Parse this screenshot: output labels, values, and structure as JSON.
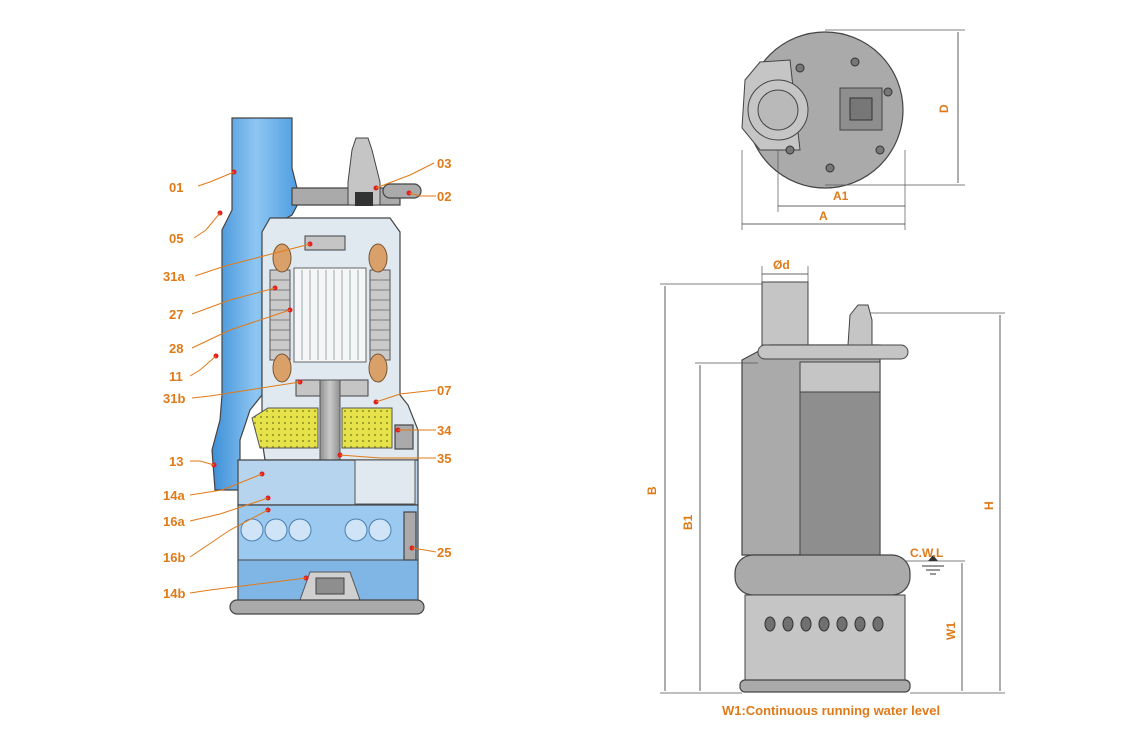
{
  "section_labels": {
    "p01": "01",
    "p05": "05",
    "p31a": "31a",
    "p27": "27",
    "p28": "28",
    "p11": "11",
    "p31b": "31b",
    "p13": "13",
    "p14a": "14a",
    "p16a": "16a",
    "p16b": "16b",
    "p14b": "14b",
    "p03": "03",
    "p02": "02",
    "p07": "07",
    "p34": "34",
    "p35": "35",
    "p25": "25"
  },
  "dimensions": {
    "A": "A",
    "A1": "A1",
    "D": "D",
    "d": "Ød",
    "B": "B",
    "B1": "B1",
    "H": "H",
    "W1": "W1",
    "cwl": "C.W.L"
  },
  "caption": "W1:Continuous running water level",
  "colors": {
    "label": "#e07a18",
    "water": "#5aa8e6",
    "casing": "#a9aaa9",
    "coil": "#e7b78a",
    "oil": "#e9e44a",
    "marker": "#e02020"
  }
}
